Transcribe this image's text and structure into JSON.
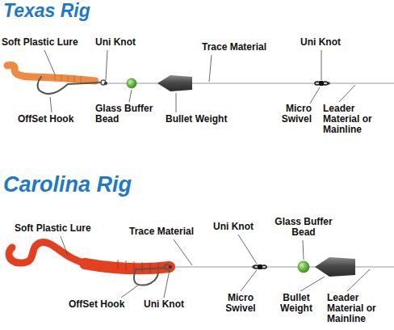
{
  "diagram": {
    "labels": [
      "Texas Rig",
      "Soft Plastic Lure",
      "Uni Knot",
      "Trace Material",
      "Uni Knot",
      "OffSet Hook",
      "Glass Buffer Bead",
      "Bullet Weight",
      "Micro Swivel",
      "Leader Material or Mainline",
      "Carolina Rig",
      "Soft Plastic Lure",
      "Trace Material",
      "Uni Knot",
      "Glass Buffer Bead",
      "OffSet Hook",
      "Uni Knot",
      "Micro Swivel",
      "Bullet Weight",
      "Leader Material or Mainline"
    ]
  }
}
